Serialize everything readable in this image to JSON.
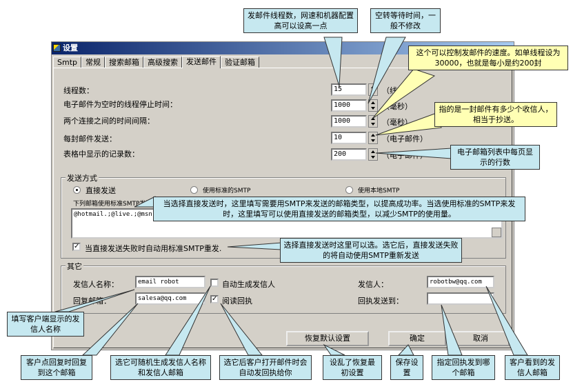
{
  "window": {
    "title": "设置"
  },
  "tabs": [
    "Smtp",
    "常规",
    "搜索邮箱",
    "高级搜索",
    "发送邮件",
    "验证邮箱"
  ],
  "active_tab": 4,
  "settings": [
    {
      "label": "线程数：",
      "value": "15",
      "unit": "（线程）"
    },
    {
      "label": "电子邮件为空时的线程停止时间：",
      "value": "1000",
      "unit": "（毫秒）"
    },
    {
      "label": "两个连接之间的时间间隔：",
      "value": "1000",
      "unit": "（毫秒）"
    },
    {
      "label": "每封邮件发送：",
      "value": "10",
      "unit": "（电子邮件）"
    },
    {
      "label": "表格中显示的记录数：",
      "value": "200",
      "unit": "（电子邮件）"
    }
  ],
  "send_method": {
    "group_title": "发送方式",
    "options": [
      "直接发送",
      "使用标准的SMTP",
      "使用本地SMTP"
    ],
    "selected": 0,
    "list_label": "下列邮箱使用标准SMTP发送：",
    "list_value": "@hotmail.;@live.;@msn.",
    "fallback_label": "当直接发送失败时自动用标准SMTP重发.",
    "fallback_checked": true
  },
  "other": {
    "group_title": "其它",
    "sender_name_label": "发信人名称：",
    "sender_name_value": "email robot",
    "reply_label": "回复邮箱：",
    "reply_value": "salesa@qq.com",
    "auto_gen_label": "自动生成发信人",
    "auto_gen_checked": false,
    "receipt_label": "阅读回执",
    "receipt_checked": true,
    "sender_label": "发信人：",
    "sender_value": "robotbw@qq.com",
    "receipt_to_label": "回执发送到：",
    "receipt_to_value": ""
  },
  "buttons": {
    "restore": "恢复默认设置",
    "ok": "确定",
    "cancel": "取消"
  },
  "callouts": {
    "threads": "发邮件线程数，网速和机器配置高可以设高一点",
    "idle": "空转等待时间，一般不修改",
    "speed": "这个可以控制发邮件的速度。如单线程设为30000，也就是每小是约200封",
    "per_mail": "指的是一封邮件有多少个收信人，相当于抄送。",
    "rows": "电子邮箱列表中每页显示的行数",
    "direct": "当选择直接发送时，这里填写需要用SMTP来发送的邮箱类型，以提高成功率。当选使用标准的SMTP来发时，这里填写可以使用直接发送的邮箱类型，以减少SMTP的使用量。",
    "fallback": "选择直接发送时这里可以选。选它后，直接发送失败的将自动使用SMTP重新发送",
    "sender_name": "填写客户端显示的发信人名称",
    "reply": "客户点回复时回复到这个邮箱",
    "auto": "选它可随机生成发信人名称和发信人邮箱",
    "read_receipt": "选它后客户打开邮件时会自动发回执给你",
    "restore": "设乱了恢复最初设置",
    "save": "保存设置",
    "receipt_to": "指定回执发到哪个邮箱",
    "sender": "客户看到的发信人邮箱"
  }
}
